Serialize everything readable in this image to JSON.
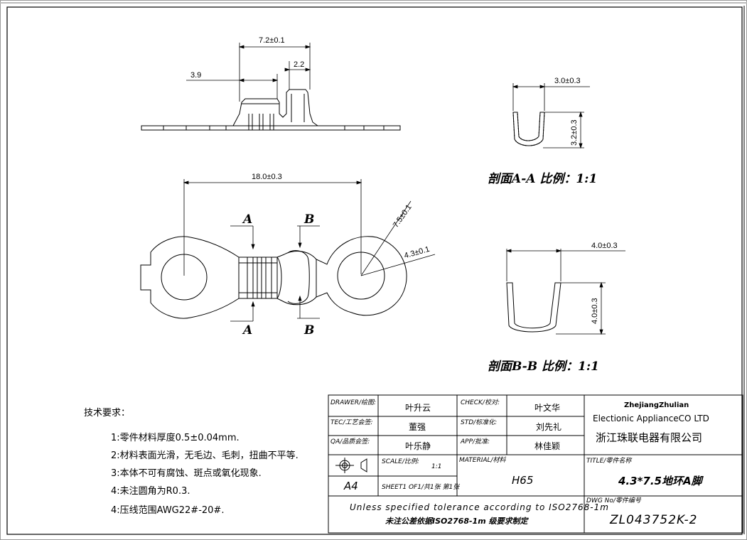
{
  "dims": {
    "top_width": "7.2±0.1",
    "top_left": "3.9",
    "top_right": "2.2",
    "length": "18.0±0.3",
    "ring_od": "7.5±0.1",
    "ring_id": "4.3±0.1",
    "aa_width": "3.0±0.3",
    "aa_height": "3.2±0.3",
    "bb_width": "4.0±0.3",
    "bb_height": "4.0±0.3"
  },
  "markers": {
    "a_top": "A",
    "a_bottom": "A",
    "b_top": "B",
    "b_bottom": "B"
  },
  "sections": {
    "aa": "剖面A-A  比例：1:1",
    "bb": "剖面B-B  比例：1:1"
  },
  "notes": {
    "title": "技术要求：",
    "items": [
      "1:零件材料厚度0.5±0.04mm.",
      "2:材料表面光滑，无毛边、毛刺，扭曲不平等.",
      "3:本体不可有腐蚀、斑点或氧化现象.",
      "4:未注圆角为R0.3.",
      "4:压线范围AWG22#-20#."
    ]
  },
  "title_block": {
    "drawer_label": "DRAWER/绘图:",
    "drawer": "叶升云",
    "check_label": "CHECK/校对:",
    "check": "叶文华",
    "tec_label": "TEC/工艺会签:",
    "tec": "董强",
    "std_label": "STD/标准化:",
    "std": "刘先礼",
    "qa_label": "QA/品质会签:",
    "qa": "叶乐静",
    "app_label": "APP/批准:",
    "app": "林佳颖",
    "scale_label": "SCALE/比例:",
    "scale": "1:1",
    "paper": "A4",
    "sheet": "SHEET1 OF1/共1张 第1张",
    "material_label": "MATERIAL/材料",
    "material": "H65",
    "company_en_1": "ZhejiangZhulian",
    "company_en_2": "Electionic ApplianceCO LTD",
    "company_cn": "浙江珠联电器有限公司",
    "title_label": "TITLE/零件名称",
    "title": "4.3*7.5地环A脚",
    "tolerance_en": "Unless specified tolerance according to ISO2768-1m",
    "tolerance_cn": "未注公差依据ISO2768-1m 级要求制定",
    "dwg_label": "DWG No/零件编号",
    "dwg": "ZL043752K-2"
  }
}
